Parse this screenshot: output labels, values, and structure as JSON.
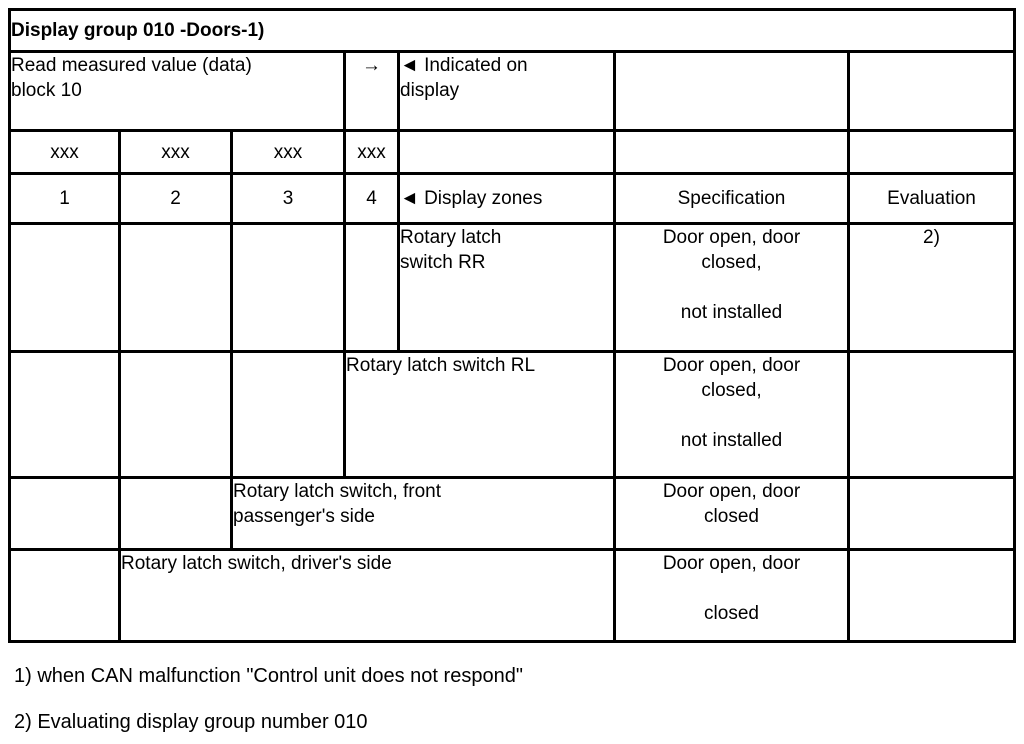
{
  "page": {
    "background": "#ffffff",
    "text_color": "#000000",
    "border_color": "#000000"
  },
  "table": {
    "title": "Display group 010 -Doors-1)",
    "read_block": "Read measured value (data)\nblock 10",
    "arrow": "→",
    "indicated_on_display": "◄ Indicated on\ndisplay",
    "xxx_row": [
      "xxx",
      "xxx",
      "xxx",
      "xxx"
    ],
    "zone_numbers": [
      "1",
      "2",
      "3",
      "4"
    ],
    "display_zones_label": "◄ Display zones",
    "specification_header": "Specification",
    "evaluation_header": "Evaluation",
    "rows": [
      {
        "label": "Rotary latch\nswitch RR",
        "specification": "Door open, door\nclosed,\n\nnot installed",
        "evaluation": "2)"
      },
      {
        "label": "Rotary latch switch RL",
        "specification": "Door open, door\nclosed,\n\nnot installed",
        "evaluation": ""
      },
      {
        "label": "Rotary latch switch, front\npassenger's side",
        "specification": "Door open, door\nclosed",
        "evaluation": ""
      },
      {
        "label": "Rotary latch switch, driver's side",
        "specification": "Door open, door\n\nclosed",
        "evaluation": ""
      }
    ]
  },
  "footnotes": [
    "1) when CAN malfunction \"Control unit does not respond\"",
    "2) Evaluating display group number 010"
  ]
}
